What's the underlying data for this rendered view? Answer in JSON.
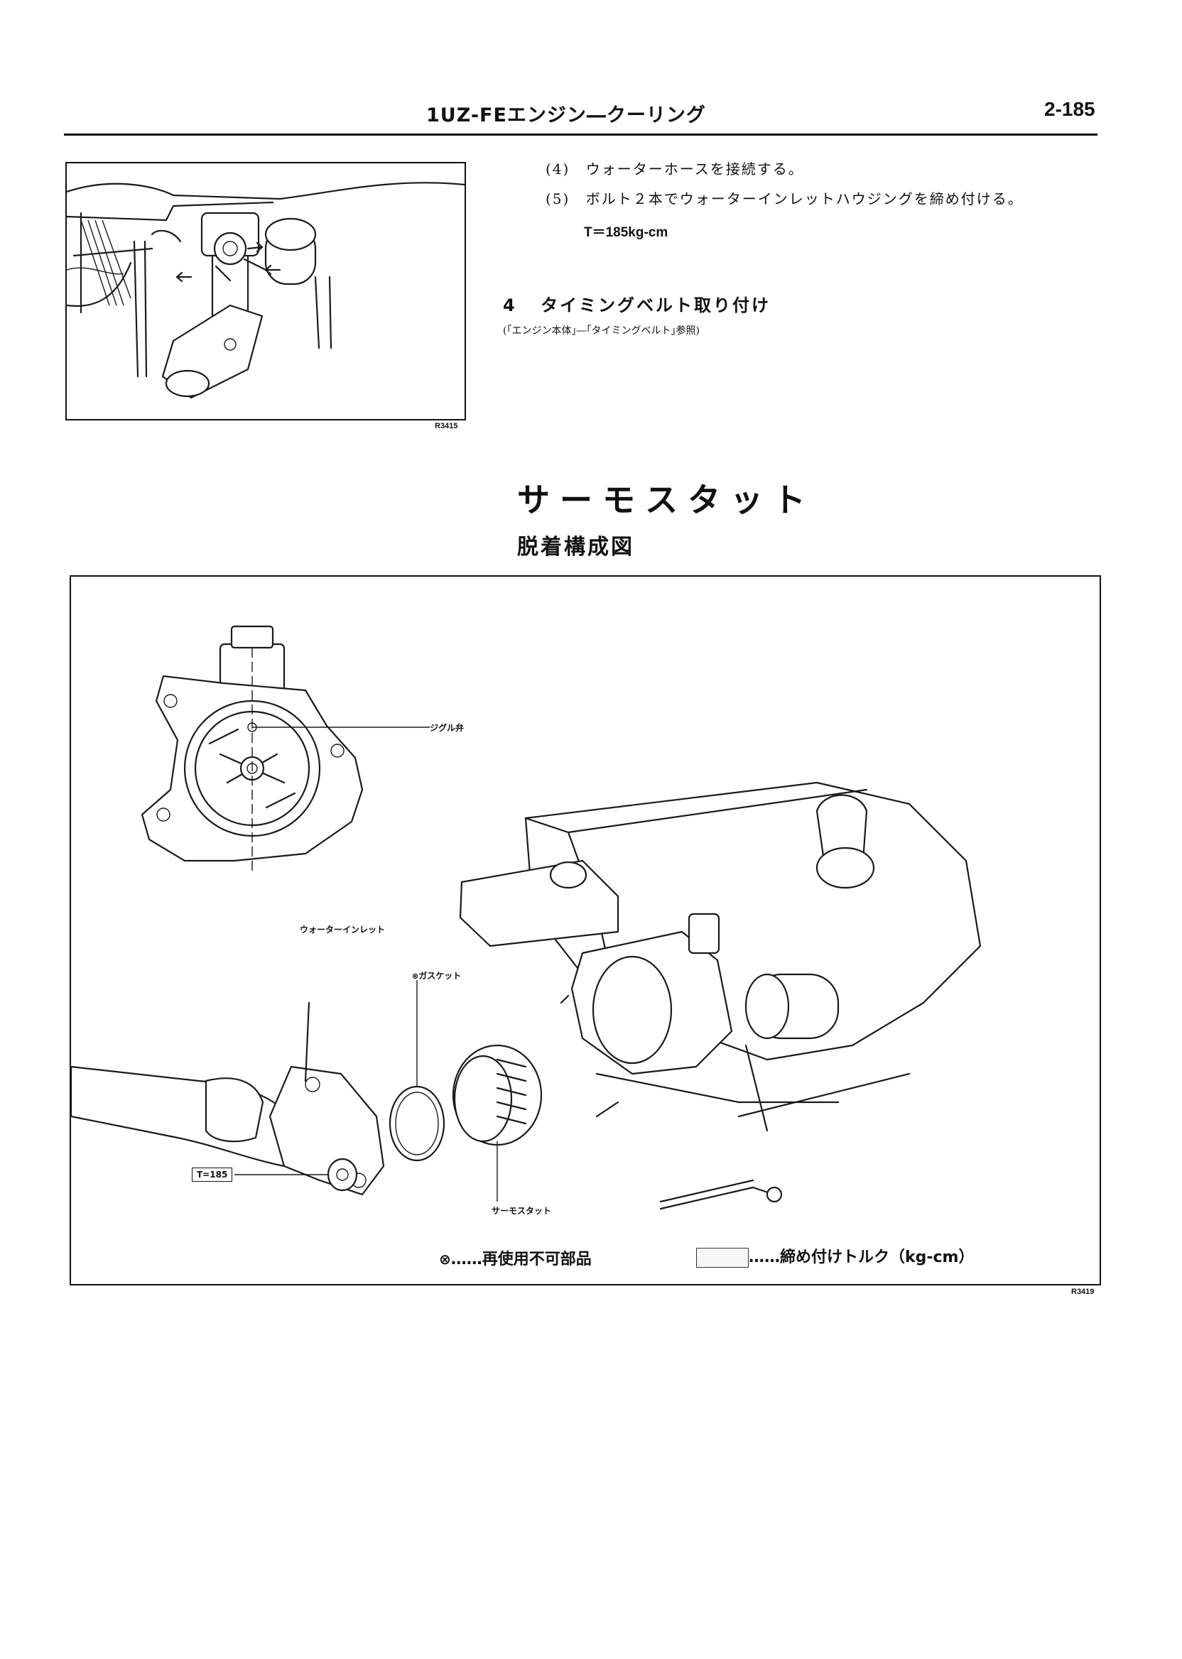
{
  "header": {
    "title": "1UZ-FEエンジン―クーリング",
    "page_number": "2-185"
  },
  "figure1": {
    "code": "R3415"
  },
  "steps": [
    {
      "num": "(4)",
      "text": "ウォーターホースを接続する。"
    },
    {
      "num": "(5)",
      "text": "ボルト２本でウォーターインレットハウジングを締め付ける。"
    }
  ],
  "torque_spec": "T＝185kg-cm",
  "section": {
    "number": "4",
    "title": "タイミングベルト取り付け",
    "reference": "(｢エンジン本体｣―｢タイミングベルト｣参照)"
  },
  "main_title": "サーモスタット",
  "sub_title": "脱着構成図",
  "figure2": {
    "code": "R3419",
    "labels": {
      "jiggle": "ジグル弁",
      "water_inlet": "ウォーターインレット",
      "gasket": "ガスケット",
      "thermostat": "サーモスタット",
      "torque_box": "T=185"
    },
    "legend": {
      "nonreusable": "……再使用不可部品",
      "torque": "……締め付けトルク（kg-cm）"
    }
  }
}
